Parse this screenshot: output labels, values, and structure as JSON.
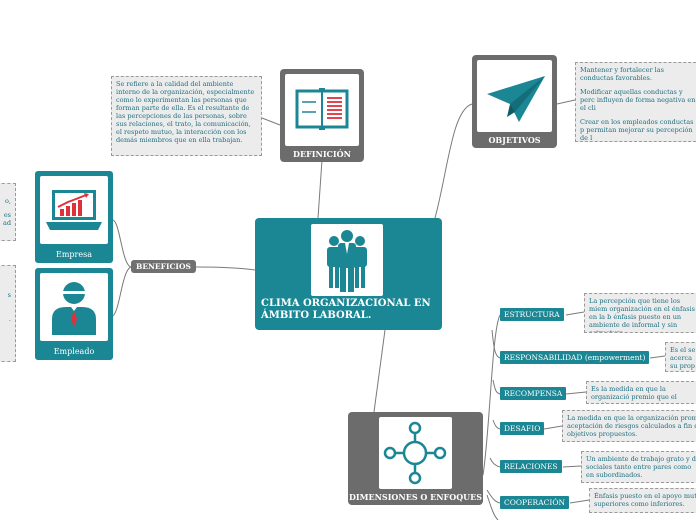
{
  "central": {
    "title": "CLIMA ORGANIZACIONAL EN ÁMBITO LABORAL."
  },
  "definicion": {
    "label": "DEFINICIÓN",
    "note": "Se refiere a la calidad del ambiente interno de la organización, especialmente como lo experimentan las personas que forman parte de ella. Es el resultante de las percepciones de las personas, sobre sus relaciones, el trato, la comunicación, el respeto mutuo, la interacción con los demás miembros que en ella trabajan."
  },
  "objetivos": {
    "label": "OBJETIVOS",
    "notes": [
      "Mantener y fortalecer las conductas favorables.",
      "Modificar aquellas conductas y perc influyen de forma negativa en el cli",
      "Crear en los empleados conductas p permitan mejorar su percepción de l"
    ]
  },
  "beneficios": {
    "label": "BENEFICIOS",
    "empresa": {
      "label": "Empresa",
      "note_fragments": [
        "o,",
        "es",
        "ad"
      ]
    },
    "empleado": {
      "label": "Empleado",
      "note_fragments": [
        "s",
        "."
      ]
    }
  },
  "dimensiones": {
    "label": "DIMENSIONES O ENFOQUES",
    "items": [
      {
        "label": "ESTRUCTURA",
        "note": "La percepción que tiene los miem organización en el énfasis en la b énfasis puesto en un ambiente de informal y sin estructura."
      },
      {
        "label": "RESPONSABILIDAD (empowerment)",
        "note": "Es el se acerca su prop"
      },
      {
        "label": "RECOMPENSA",
        "note": "Es la medida en que la organizació premio que el castigo."
      },
      {
        "label": "DESAFIO",
        "note": "La medida en que la organización prom aceptación de riesgos calculados a fin d objetivos propuestos."
      },
      {
        "label": "RELACIONES",
        "note": "Un ambiente de trabajo grato y de sociales tanto entre pares como en subordinados."
      },
      {
        "label": "COOPERACIÓN",
        "note": "Énfasis puesto en el apoyo mut superiores como inferiores."
      }
    ]
  },
  "colors": {
    "teal": "#1b8795",
    "gray": "#6c6c6c",
    "note_text": "#1d6f80",
    "note_bg": "#ececec",
    "line": "#7a7a7a"
  }
}
